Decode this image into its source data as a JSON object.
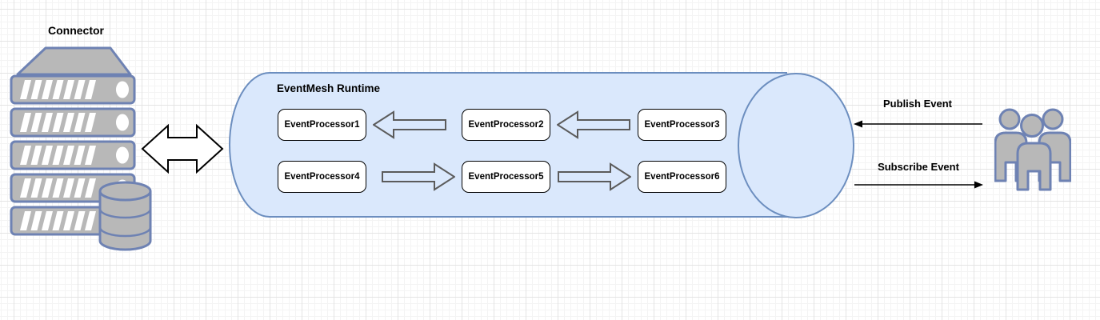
{
  "connector": {
    "label": "Connector"
  },
  "runtime": {
    "title": "EventMesh Runtime",
    "processors": [
      "EventProcessor1",
      "EventProcessor2",
      "EventProcessor3",
      "EventProcessor4",
      "EventProcessor5",
      "EventProcessor6"
    ]
  },
  "events": {
    "publish_label": "Publish Event",
    "subscribe_label": "Subscribe Event"
  },
  "icons": {
    "server": "server-rack-with-database-icon",
    "users": "user-group-icon",
    "bidirectional_arrow": "double-headed-arrow-icon"
  },
  "colors": {
    "cylinder_fill": "#dae8fc",
    "cylinder_stroke": "#6c8ebf",
    "shape_gray_fill": "#b8b8b8",
    "shape_blue_stroke": "#6e82b3",
    "processor_box_fill": "#ffffff",
    "processor_box_stroke": "#000000",
    "block_arrow_stroke": "#5b5b5b",
    "thin_arrow": "#000000",
    "grid_major": "#e3e3e3",
    "grid_minor": "#f4f4f4"
  }
}
